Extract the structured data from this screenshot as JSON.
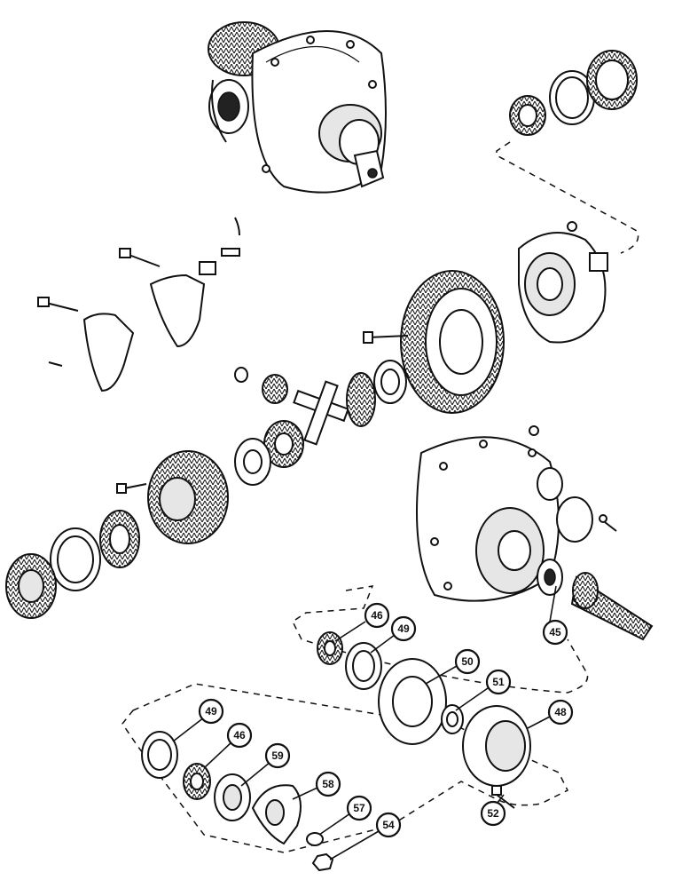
{
  "diagram": {
    "callouts": [
      {
        "id": "c45",
        "label": "45"
      },
      {
        "id": "c46a",
        "label": "46"
      },
      {
        "id": "c49a",
        "label": "49"
      },
      {
        "id": "c50",
        "label": "50"
      },
      {
        "id": "c51",
        "label": "51"
      },
      {
        "id": "c48",
        "label": "48"
      },
      {
        "id": "c52",
        "label": "52"
      },
      {
        "id": "c49b",
        "label": "49"
      },
      {
        "id": "c46b",
        "label": "46"
      },
      {
        "id": "c59",
        "label": "59"
      },
      {
        "id": "c58",
        "label": "58"
      },
      {
        "id": "c57",
        "label": "57"
      },
      {
        "id": "c54",
        "label": "54"
      }
    ]
  }
}
